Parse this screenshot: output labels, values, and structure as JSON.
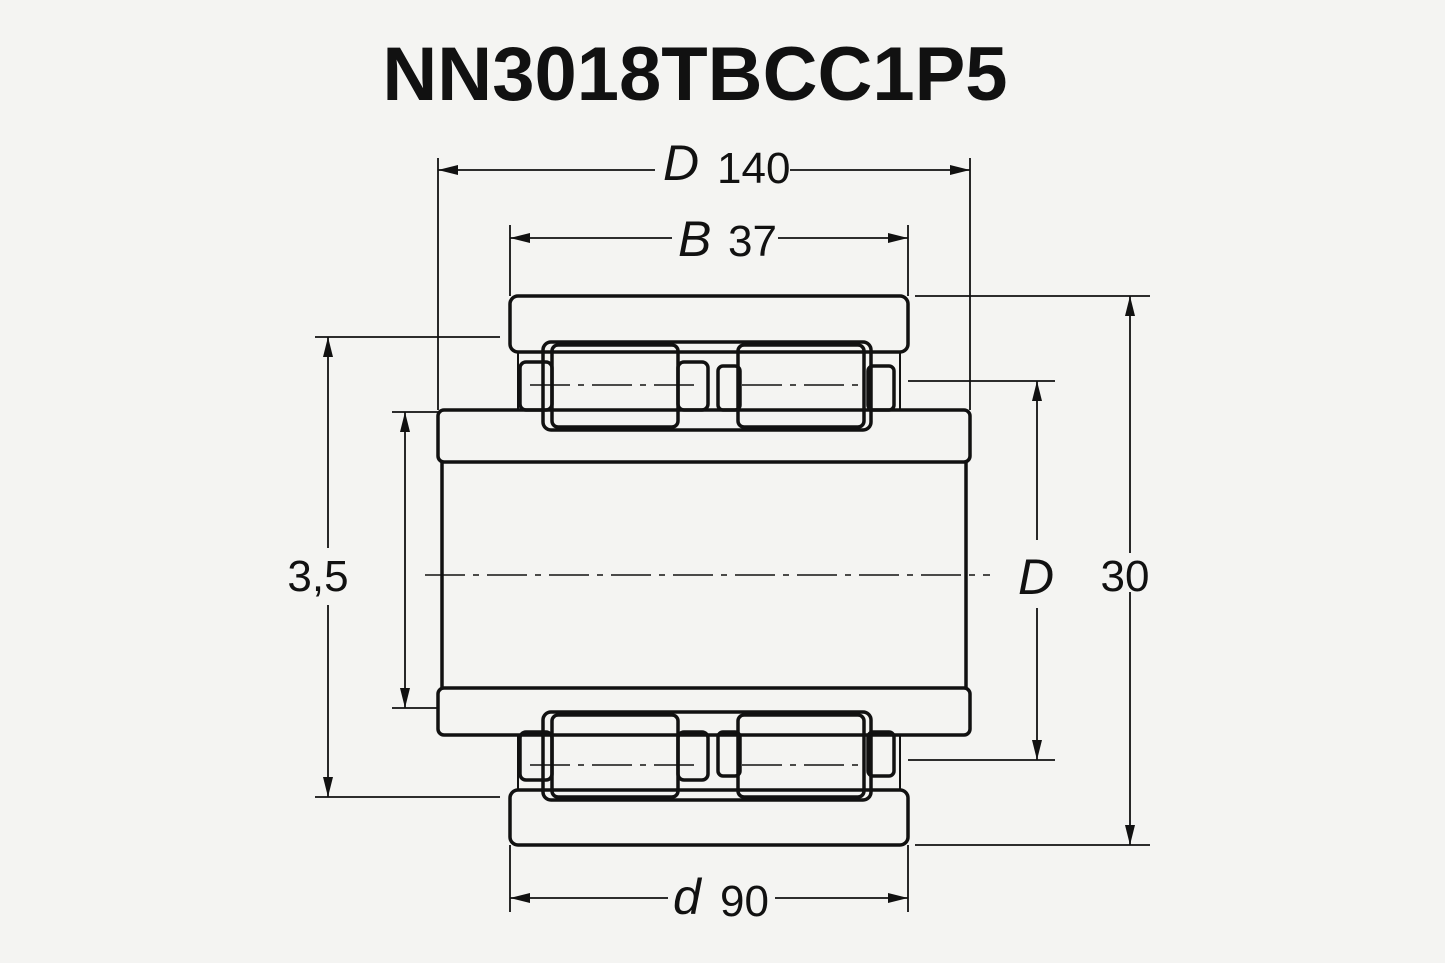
{
  "title": "NN3018TBCC1P5",
  "dimensions": {
    "outer_diameter": {
      "symbol": "D",
      "value": "140"
    },
    "width": {
      "symbol": "B",
      "value": "37"
    },
    "bore": {
      "symbol": "d",
      "value": "90"
    },
    "left_value": "3,5",
    "right_symbol": "D",
    "right_value": "30"
  },
  "colors": {
    "line": "#111111",
    "background": "#f4f4f2"
  }
}
